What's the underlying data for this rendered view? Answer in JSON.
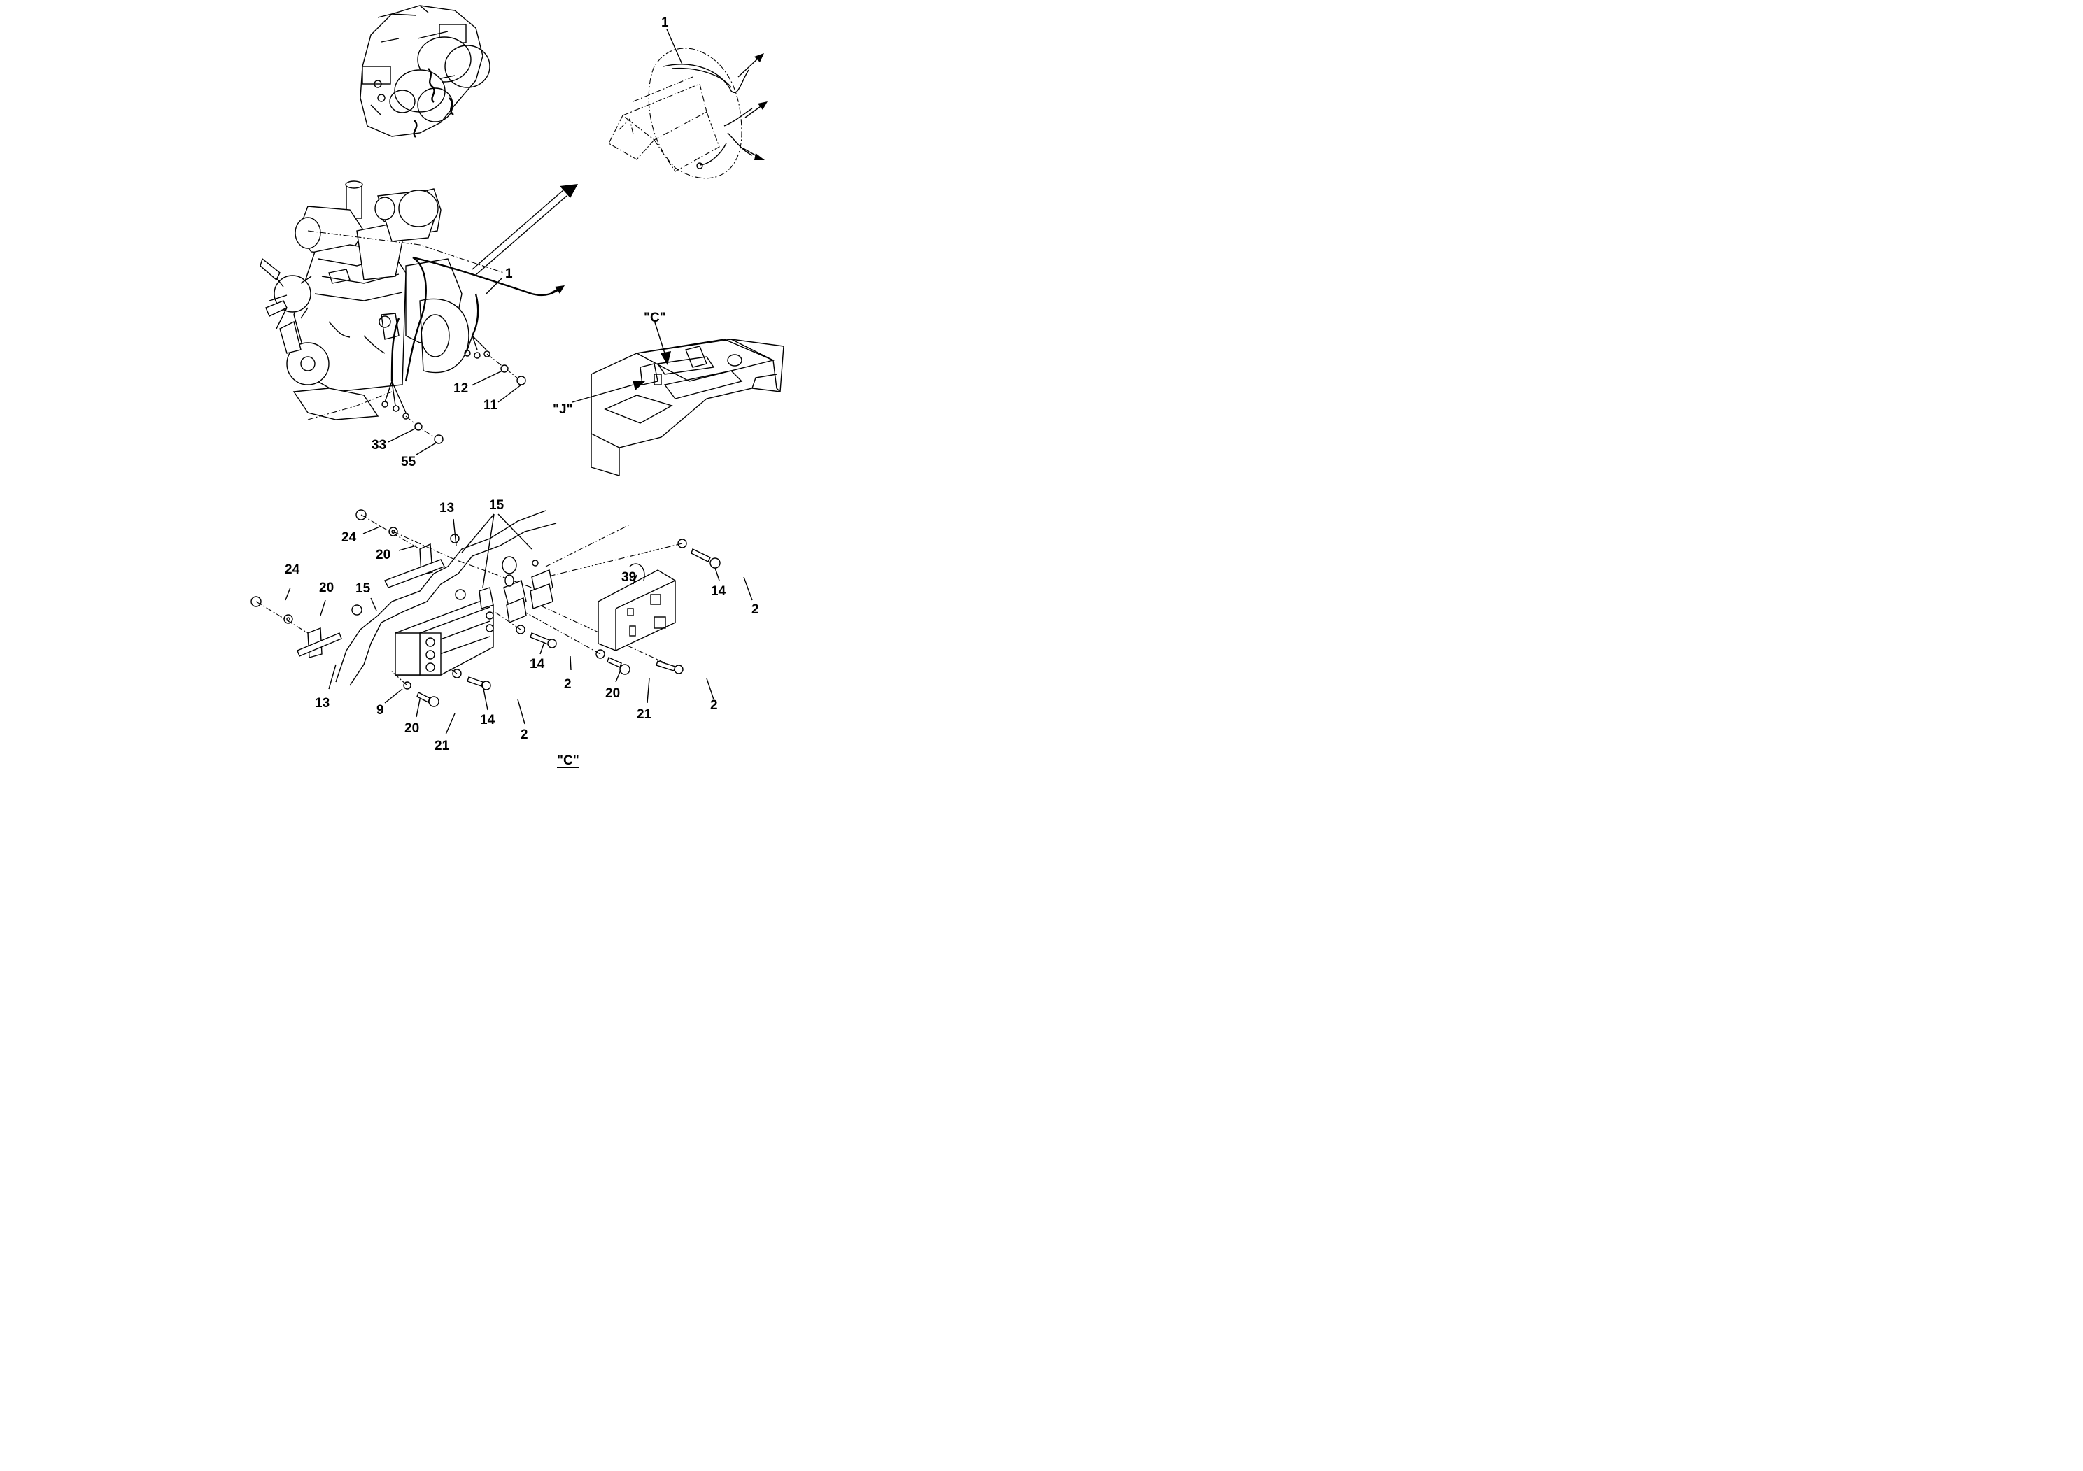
{
  "diagram": {
    "view_title": "\"C\"",
    "view_labels": {
      "c": "\"C\"",
      "j": "\"J\""
    },
    "callouts": {
      "c1_top": "1",
      "c1_mid": "1",
      "c12": "12",
      "c11": "11",
      "c33": "33",
      "c55": "55",
      "c13_top": "13",
      "c15_top": "15",
      "c24_top": "24",
      "c20_top": "20",
      "c24_left": "24",
      "c20_left": "20",
      "c15_left": "15",
      "c39": "39",
      "c14_right": "14",
      "c2_right": "2",
      "c14_mid": "14",
      "c2_mid": "2",
      "c20_mid": "20",
      "c21_right": "21",
      "c2_far": "2",
      "c13_bot": "13",
      "c9": "9",
      "c20_bot": "20",
      "c14_bot": "14",
      "c2_bot": "2",
      "c21_bot": "21"
    }
  }
}
